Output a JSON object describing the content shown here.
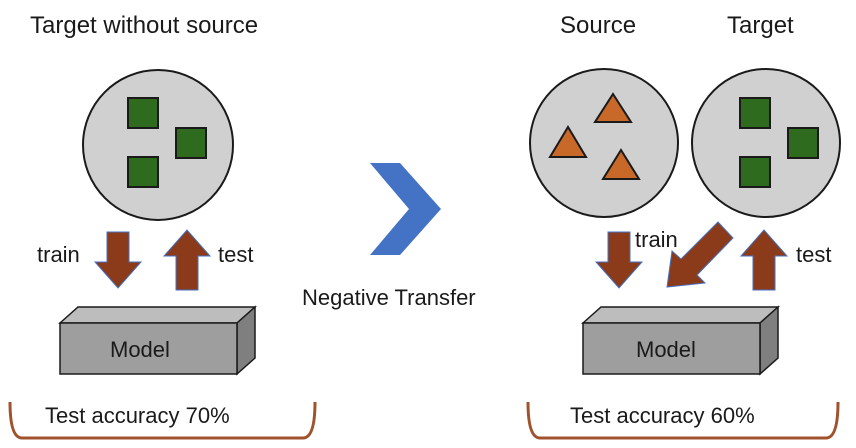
{
  "left_panel": {
    "title": "Target without source",
    "train_label": "train",
    "test_label": "test",
    "model_label": "Model",
    "accuracy_label": "Test accuracy 70%"
  },
  "center": {
    "label": "Negative Transfer"
  },
  "right_panel": {
    "source_title": "Source",
    "target_title": "Target",
    "train_label": "train",
    "test_label": "test",
    "model_label": "Model",
    "accuracy_label": "Test accuracy 60%"
  },
  "colors": {
    "circle_fill": "#d0d0d0",
    "square_fill": "#2e6b1f",
    "triangle_fill": "#c8692a",
    "arrow_fill": "#8b3a1a",
    "chevron_fill": "#4472c4",
    "box_fill": "#9e9e9e",
    "bracket": "#a0522d"
  }
}
